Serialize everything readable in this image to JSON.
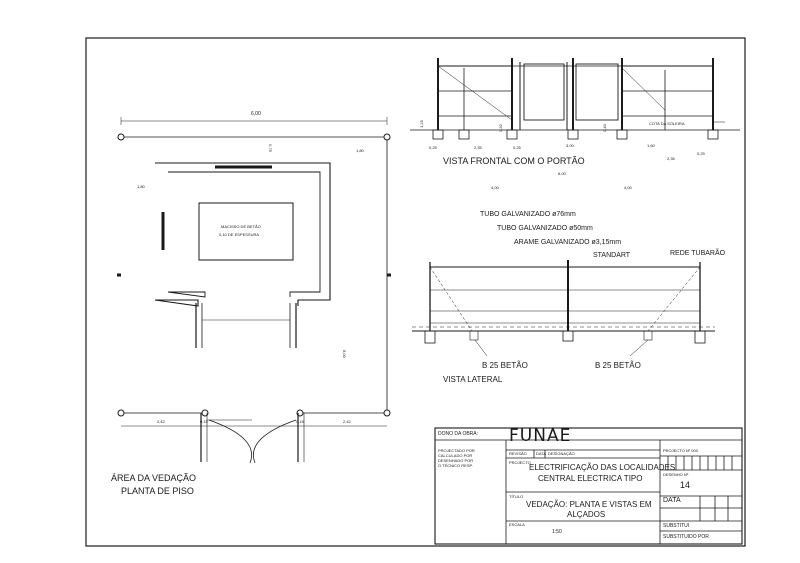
{
  "plan": {
    "dim_top": "6,00",
    "dim_corner_v": "0,75",
    "dim_right_top": "1,80",
    "dim_left": "1,80",
    "dim_right": "8,00",
    "dim_bottom_left": "2,42",
    "dim_bottom_gate_l": "0,15",
    "dim_bottom_gate_r": "0,15",
    "dim_bottom_right": "2,42",
    "macisso_line1": "MACISSO DE BETÃO",
    "macisso_line2": "0,10 DE ESPESSURA",
    "title_line1": "ÁREA DA VEDAÇÃO",
    "title_line2": "PLANTA DE PISO"
  },
  "front": {
    "dim_025_l": "0,25",
    "dim_235_l": "2,35",
    "dim_025_m": "0,25",
    "dim_300": "3,00",
    "dim_160": "1,60",
    "dim_235_r": "2,35",
    "dim_025_r": "0,25",
    "left_h": "1,25",
    "mid_h": "0,32",
    "right_h": "0,40",
    "cota": "COTA DA SOLEIRA",
    "title": "VISTA FRONTAL COM O PORTÃO",
    "below_600": "6,00",
    "below_400_l": "4,00",
    "below_400_r": "4,00"
  },
  "notes": {
    "line1": "TUBO GALVANIZADO ø76mm",
    "line2": "TUBO GALVANIZADO ø50mm",
    "line3": "ARAME GALVANIZADO ø3,15mm",
    "standart": "STANDART",
    "rede": "REDE TUBARÃO"
  },
  "lateral": {
    "b25_left": "B 25 BETÃO",
    "b25_right": "B 25 BETÃO",
    "title": "VISTA LATERAL"
  },
  "titleblock": {
    "dono_label": "DONO DA OBRA:",
    "dono_value": "FUNAE",
    "proj_by": "PROJECTADO POR",
    "calc_by": "CALCULADO POR",
    "drawn_by": "DESENHADO POR",
    "resp": "O TÉCNICO RESP.",
    "col_revisao": "REVISÃO",
    "col_data": "DATA",
    "col_designacao": "DESIGNAÇÃO",
    "projecto_label": "PROJECTO",
    "projecto_line1": "ELECTRIFICAÇÃO DAS LOCALIDADES",
    "projecto_line2": "CENTRAL ELECTRICA TIPO",
    "titulo_label": "TÍTULO",
    "titulo_line1": "VEDAÇÃO: PLANTA E VISTAS EM",
    "titulo_line2": "ALÇADOS",
    "escala_label": "ESCALA",
    "escala_value": "1:50",
    "proj_no_label": "PROJECTO Nº 000",
    "desenho_label": "DESENHO Nº",
    "desenho_value": "14",
    "data_label": "DATA",
    "substitui_label": "SUBSTITUI",
    "substituido_label": "SUBSTITUIDO POR"
  }
}
